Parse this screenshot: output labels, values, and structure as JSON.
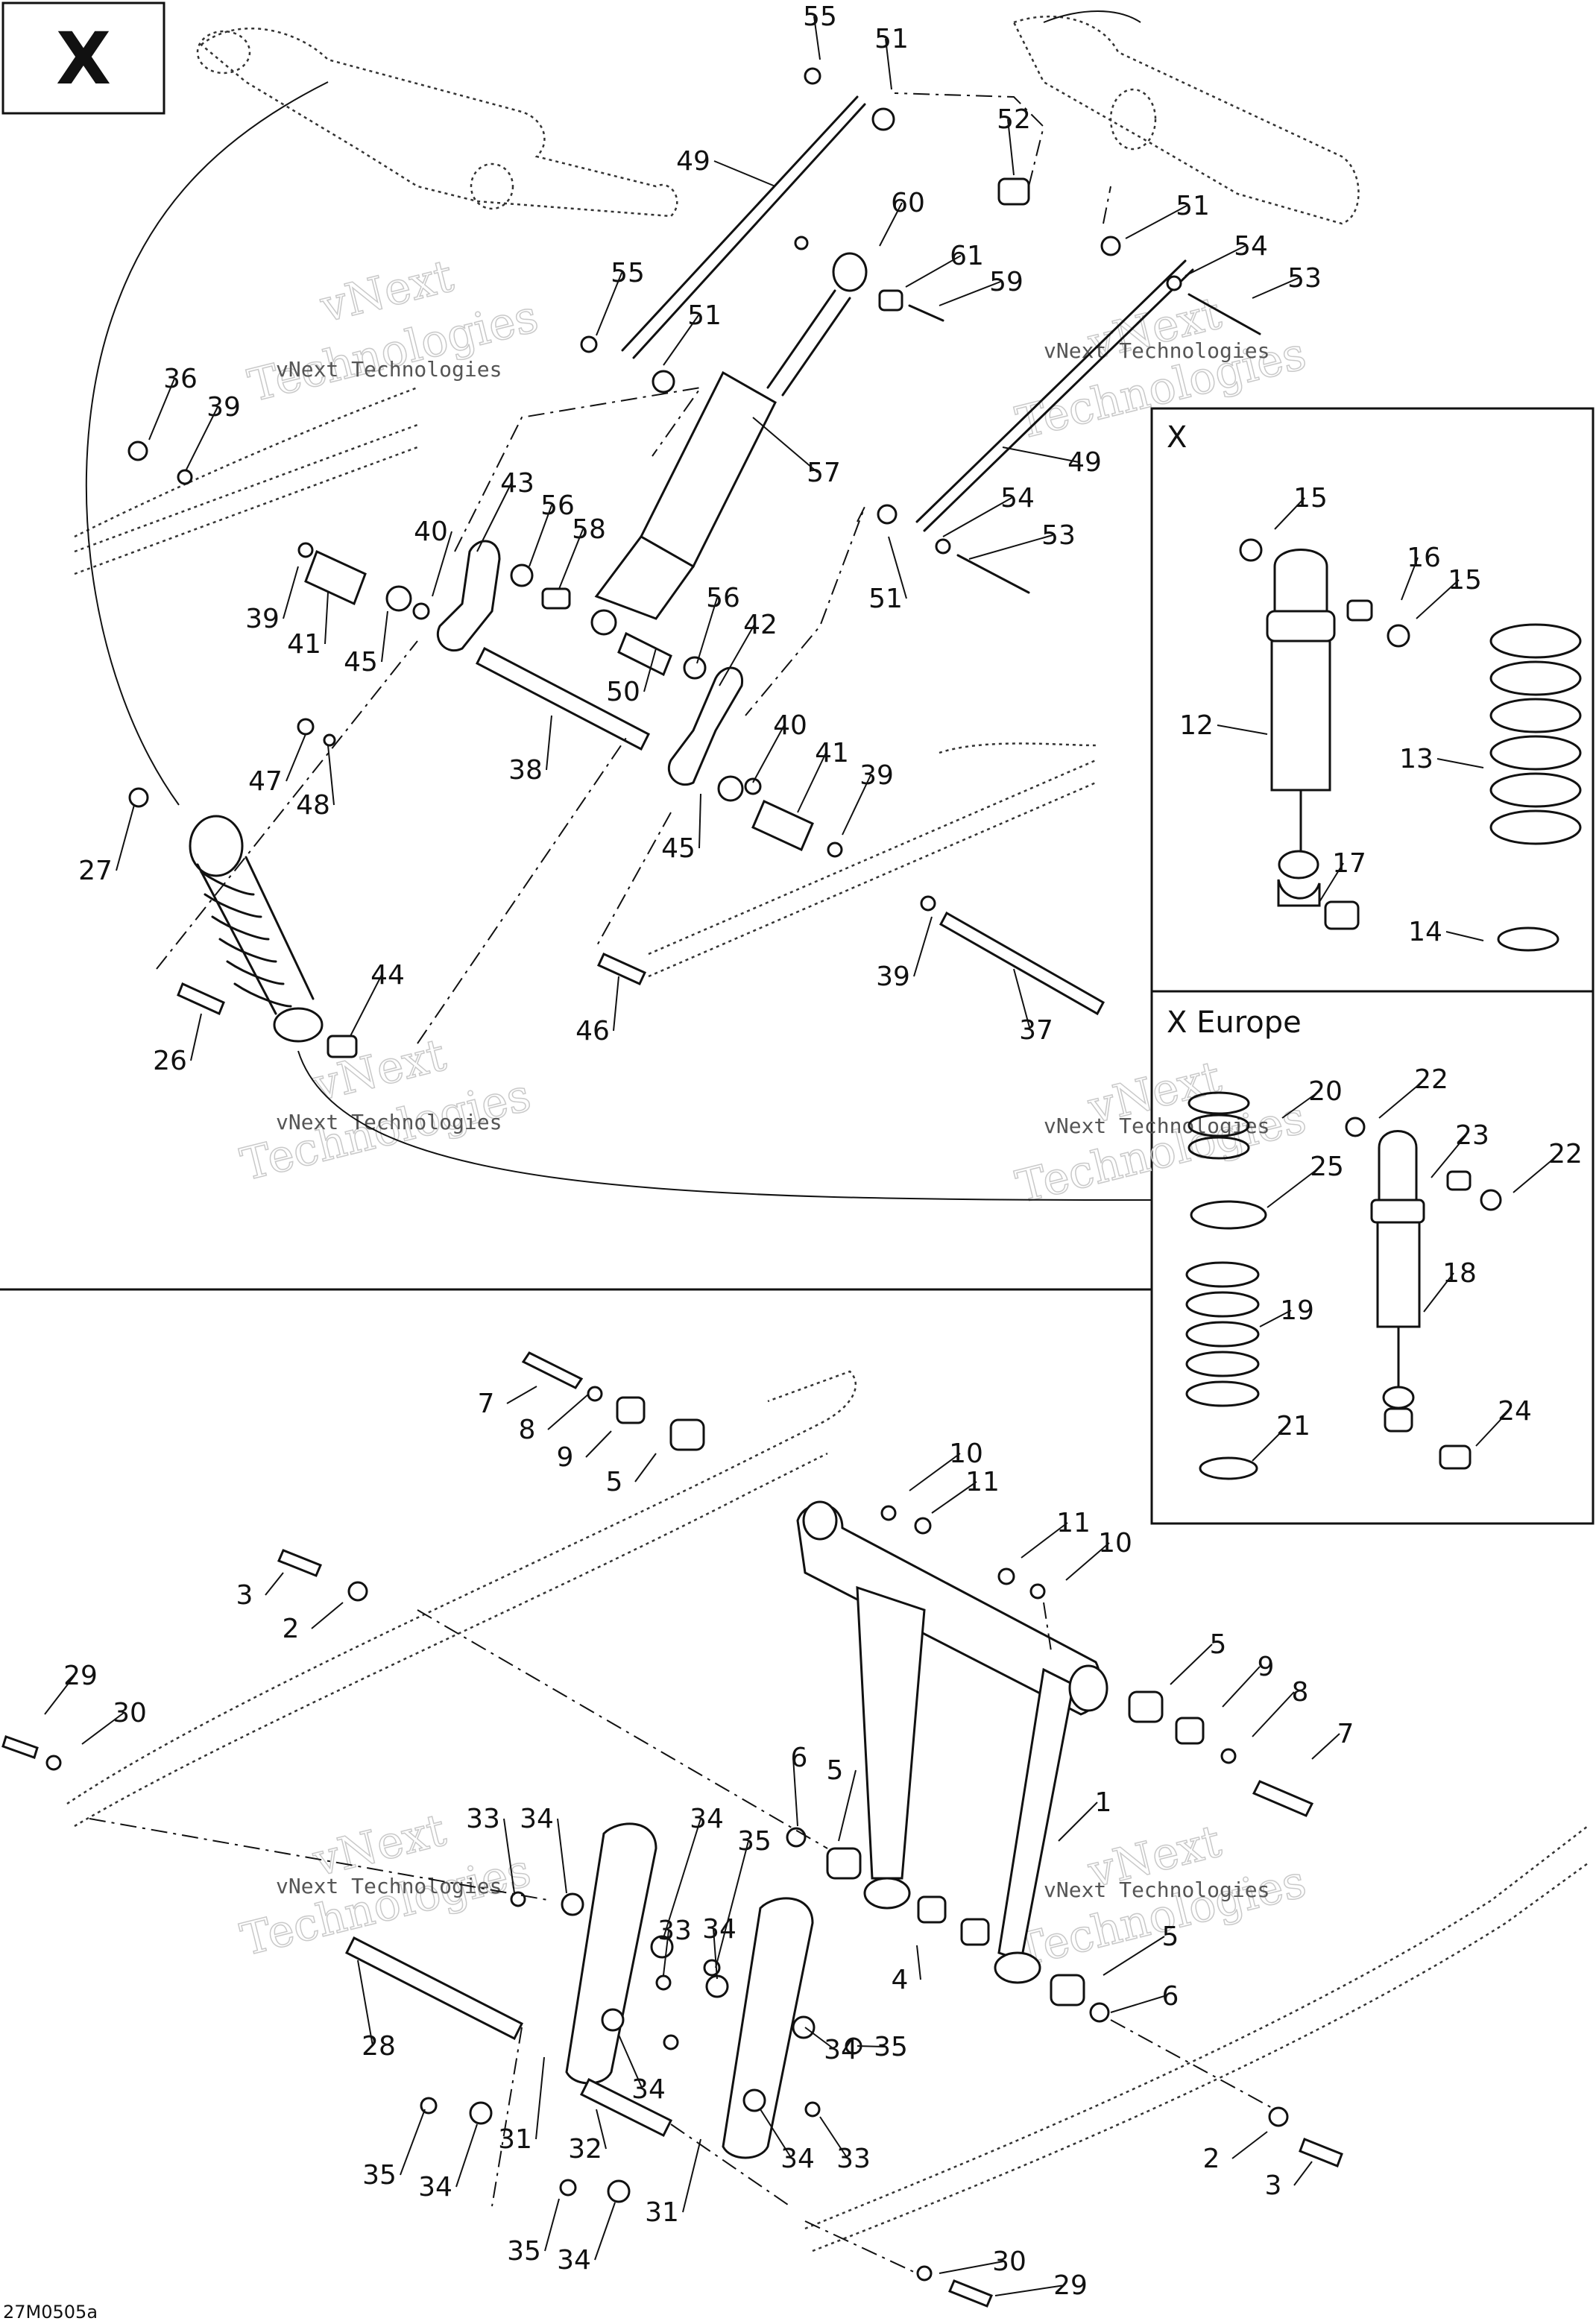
{
  "title_box": {
    "label": "X"
  },
  "insets": {
    "x": {
      "title": "X"
    },
    "x_europe": {
      "title": "X Europe"
    }
  },
  "watermarks": [
    {
      "small": "vNext Technologies",
      "large_top": "vNext",
      "large_bottom": "Technologies"
    }
  ],
  "drawing_number": "27M0505a",
  "callouts": [
    "1",
    "2",
    "3",
    "4",
    "5",
    "6",
    "7",
    "8",
    "9",
    "10",
    "11",
    "12",
    "13",
    "14",
    "15",
    "16",
    "17",
    "18",
    "19",
    "20",
    "21",
    "22",
    "23",
    "24",
    "25",
    "26",
    "27",
    "28",
    "29",
    "30",
    "31",
    "32",
    "33",
    "34",
    "35",
    "36",
    "37",
    "38",
    "39",
    "40",
    "41",
    "42",
    "43",
    "44",
    "45",
    "46",
    "47",
    "48",
    "49",
    "50",
    "51",
    "52",
    "53",
    "54",
    "55",
    "56",
    "57",
    "58",
    "59",
    "60",
    "61"
  ]
}
